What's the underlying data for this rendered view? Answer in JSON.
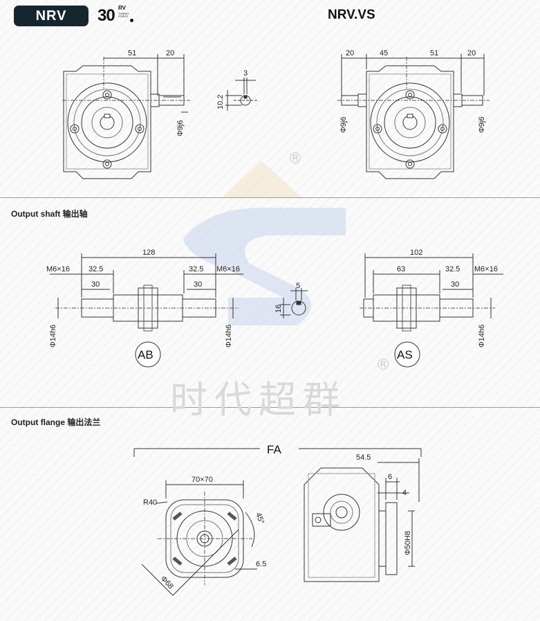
{
  "header": {
    "badge": "NRV",
    "size_number": "30",
    "size_sup": "RV",
    "size_sub": "TUNING FORCE",
    "right_title": "NRV.VS"
  },
  "sections": {
    "output_shaft": "Output shaft 输出轴",
    "output_flange": "Output flange 输出法兰"
  },
  "watermark": {
    "text": "时代超群",
    "registered": "®"
  },
  "top_left": {
    "d1": "51",
    "d2": "20",
    "key_w": "3",
    "key_h": "10.2",
    "shaft_dia": "Φ9j6"
  },
  "top_right": {
    "d1": "20",
    "d2": "45",
    "d3": "51",
    "d4": "20",
    "shaft_dia_left": "Φ9j6",
    "shaft_dia_right": "Φ9j6"
  },
  "shaft_ab": {
    "total": "128",
    "l1": "32.5",
    "l2": "30",
    "r1": "32.5",
    "r2": "30",
    "thread_left": "M6×16",
    "thread_right": "M6×16",
    "dia_left": "Φ14h6",
    "dia_right": "Φ14h6",
    "key_w": "5",
    "key_h": "16",
    "label": "AB"
  },
  "shaft_as": {
    "total": "102",
    "l1": "63",
    "r1": "32.5",
    "r2": "30",
    "thread": "M6×16",
    "dia": "Φ14h6",
    "label": "AS"
  },
  "flange": {
    "label": "FA",
    "square": "70×70",
    "radius": "R40",
    "angle": "45°",
    "pcd": "Φ68",
    "hole": "6.5",
    "depth": "54.5",
    "t1": "6",
    "t2": "4",
    "spigot": "Φ50H8"
  }
}
